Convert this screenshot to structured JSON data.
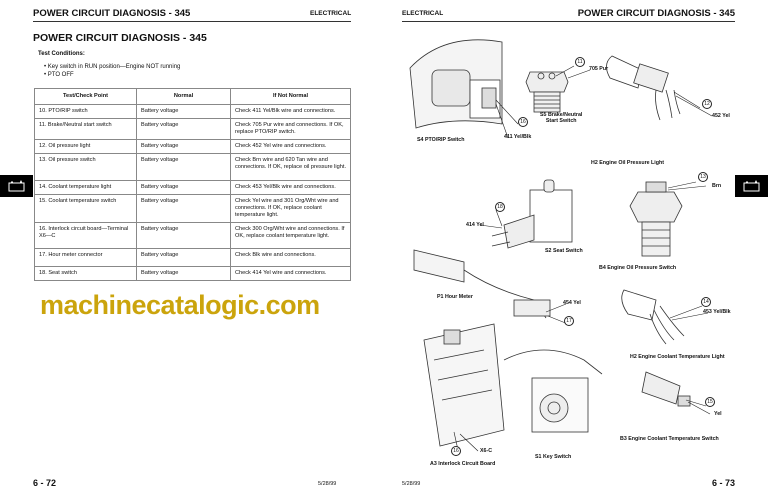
{
  "left_page": {
    "header_title": "POWER CIRCUIT DIAGNOSIS - 345",
    "header_section": "ELECTRICAL",
    "title": "POWER CIRCUIT DIAGNOSIS - 345",
    "test_conditions_label": "Test Conditions:",
    "conditions": [
      "• Key switch in RUN position—Engine NOT running",
      "• PTO OFF"
    ],
    "table": {
      "headers": [
        "Test/Check Point",
        "Normal",
        "If Not Normal"
      ],
      "rows": [
        [
          "10. PTO/RIP switch",
          "Battery voltage",
          "Check 411 Yel/Blk wire and connections."
        ],
        [
          "11. Brake/Neutral start switch",
          "Battery voltage",
          "Check 705 Pur wire and connections. If OK, replace PTO/RIP switch."
        ],
        [
          "12. Oil pressure light",
          "Battery voltage",
          "Check 452 Yel wire and connections."
        ],
        [
          "13. Oil pressure switch",
          "Battery voltage",
          "Check Brn wire and 620 Tan wire and connections. If OK, replace oil pressure light."
        ],
        [
          "14. Coolant temperature light",
          "Battery voltage",
          "Check 453 Yel/Blk wire and connections."
        ],
        [
          "15. Coolant temperature switch",
          "Battery voltage",
          "Check Yel wire and 301 Org/Wht wire and connections. If OK, replace coolant temperature light."
        ],
        [
          "16. Interlock circuit board—Terminal X6—C",
          "Battery voltage",
          "Check 300 Org/Wht wire and connections. If OK, replace coolant temperature light."
        ],
        [
          "17. Hour meter connector",
          "Battery voltage",
          "Check Blk wire and connections."
        ],
        [
          "18. Seat switch",
          "Battery voltage",
          "Check 414 Yel wire and connections."
        ]
      ]
    },
    "page_number": "6 - 72",
    "date": "5/28/99"
  },
  "right_page": {
    "header_section": "ELECTRICAL",
    "header_title": "POWER CIRCUIT DIAGNOSIS - 345",
    "page_number": "6 - 73",
    "date": "5/28/99",
    "callouts": {
      "c11": "11",
      "c12": "12",
      "c16a": "16",
      "c13": "13",
      "c18": "18",
      "c14": "14",
      "c17": "17",
      "c15": "15",
      "c16b": "16"
    },
    "labels": {
      "w705": "705 Pur",
      "s5": "S5 Brake/Neutral\nStart Switch",
      "w452": "452 Yel",
      "w411": "411 Yel/Blk",
      "s4": "S4 PTO/RIP Switch",
      "h2oil": "H2 Engine Oil Pressure Light",
      "brn": "Brn",
      "w414": "414 Yel",
      "s2": "S2 Seat Switch",
      "b4": "B4 Engine Oil Pressure Switch",
      "p1": "P1 Hour Meter",
      "w454": "454 Yel",
      "w453": "453 Yel/Blk",
      "h2cool": "H2 Engine Coolant Temperature Light",
      "yel": "Yel",
      "b3": "B3 Engine Coolant Temperature Switch",
      "x6c": "X6-C",
      "s1": "S1 Key Switch",
      "a3": "A3 Interlock Circuit Board"
    }
  },
  "watermark": "machinecatalogic.com",
  "colors": {
    "watermark": "#c9a000",
    "tab": "#000000"
  },
  "icons": [
    "battery-icon"
  ]
}
